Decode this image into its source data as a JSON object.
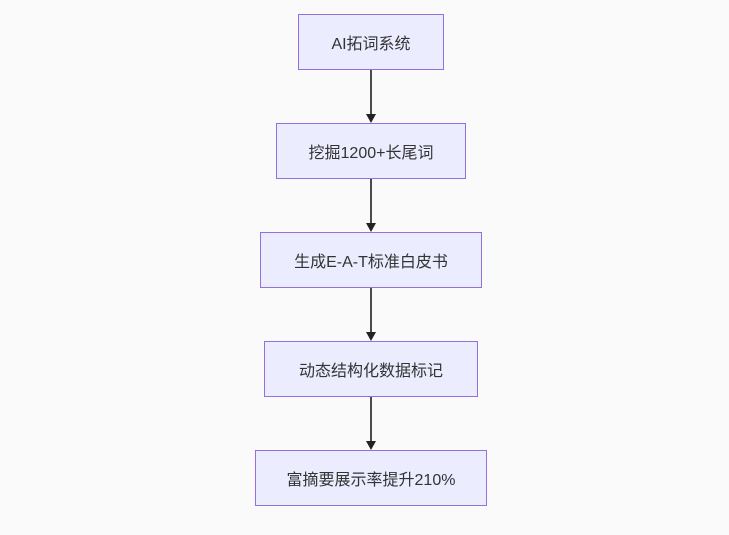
{
  "diagram": {
    "type": "flowchart",
    "direction": "top-down",
    "background_color": "#fafafa",
    "node_fill_color": "#ececff",
    "node_border_color": "#9370db",
    "node_text_color": "#333333",
    "edge_line_color": "#4b4b4b",
    "edge_arrow_color": "#222222",
    "nodes": [
      {
        "label": "AI拓词系统"
      },
      {
        "label": "挖掘1200+长尾词"
      },
      {
        "label": "生成E-A-T标准白皮书"
      },
      {
        "label": "动态结构化数据标记"
      },
      {
        "label": "富摘要展示率提升210%"
      }
    ],
    "edges": [
      {
        "from": "AI拓词系统",
        "to": "挖掘1200+长尾词"
      },
      {
        "from": "挖掘1200+长尾词",
        "to": "生成E-A-T标准白皮书"
      },
      {
        "from": "生成E-A-T标准白皮书",
        "to": "动态结构化数据标记"
      },
      {
        "from": "动态结构化数据标记",
        "to": "富摘要展示率提升210%"
      }
    ]
  }
}
